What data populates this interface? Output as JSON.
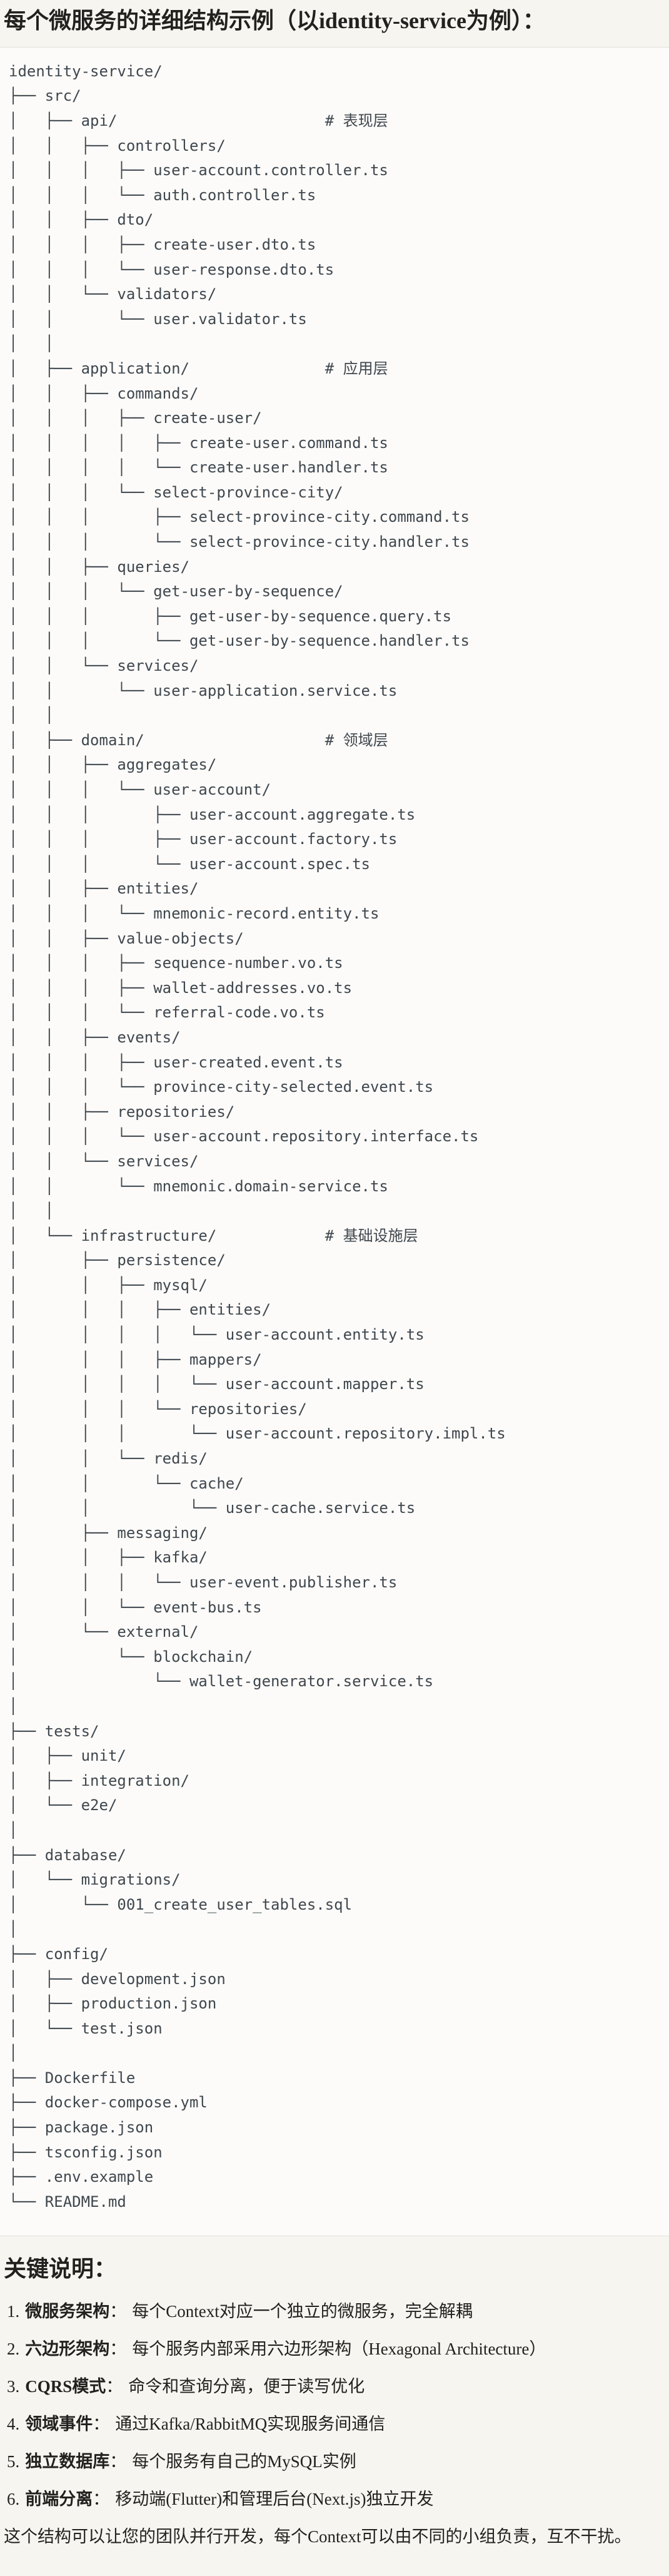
{
  "page": {
    "title": "每个微服务的详细结构示例（以identity-service为例）：",
    "colors": {
      "page_background": "#F7F5F0",
      "code_background": "#FCFBF9",
      "code_border": "#E3E0DA",
      "code_text": "#3F474E",
      "body_text": "#21211F"
    }
  },
  "code_block": {
    "language": "plaintext-directory-tree",
    "lines": [
      "identity-service/",
      "├── src/",
      "│   ├── api/                       # 表现层",
      "│   │   ├── controllers/",
      "│   │   │   ├── user-account.controller.ts",
      "│   │   │   └── auth.controller.ts",
      "│   │   ├── dto/",
      "│   │   │   ├── create-user.dto.ts",
      "│   │   │   └── user-response.dto.ts",
      "│   │   └── validators/",
      "│   │       └── user.validator.ts",
      "│   │",
      "│   ├── application/               # 应用层",
      "│   │   ├── commands/",
      "│   │   │   ├── create-user/",
      "│   │   │   │   ├── create-user.command.ts",
      "│   │   │   │   └── create-user.handler.ts",
      "│   │   │   └── select-province-city/",
      "│   │   │       ├── select-province-city.command.ts",
      "│   │   │       └── select-province-city.handler.ts",
      "│   │   ├── queries/",
      "│   │   │   └── get-user-by-sequence/",
      "│   │   │       ├── get-user-by-sequence.query.ts",
      "│   │   │       └── get-user-by-sequence.handler.ts",
      "│   │   └── services/",
      "│   │       └── user-application.service.ts",
      "│   │",
      "│   ├── domain/                    # 领域层",
      "│   │   ├── aggregates/",
      "│   │   │   └── user-account/",
      "│   │   │       ├── user-account.aggregate.ts",
      "│   │   │       ├── user-account.factory.ts",
      "│   │   │       └── user-account.spec.ts",
      "│   │   ├── entities/",
      "│   │   │   └── mnemonic-record.entity.ts",
      "│   │   ├── value-objects/",
      "│   │   │   ├── sequence-number.vo.ts",
      "│   │   │   ├── wallet-addresses.vo.ts",
      "│   │   │   └── referral-code.vo.ts",
      "│   │   ├── events/",
      "│   │   │   ├── user-created.event.ts",
      "│   │   │   └── province-city-selected.event.ts",
      "│   │   ├── repositories/",
      "│   │   │   └── user-account.repository.interface.ts",
      "│   │   └── services/",
      "│   │       └── mnemonic.domain-service.ts",
      "│   │",
      "│   └── infrastructure/            # 基础设施层",
      "│       ├── persistence/",
      "│       │   ├── mysql/",
      "│       │   │   ├── entities/",
      "│       │   │   │   └── user-account.entity.ts",
      "│       │   │   ├── mappers/",
      "│       │   │   │   └── user-account.mapper.ts",
      "│       │   │   └── repositories/",
      "│       │   │       └── user-account.repository.impl.ts",
      "│       │   └── redis/",
      "│       │       └── cache/",
      "│       │           └── user-cache.service.ts",
      "│       ├── messaging/",
      "│       │   ├── kafka/",
      "│       │   │   └── user-event.publisher.ts",
      "│       │   └── event-bus.ts",
      "│       └── external/",
      "│           └── blockchain/",
      "│               └── wallet-generator.service.ts",
      "│",
      "├── tests/",
      "│   ├── unit/",
      "│   ├── integration/",
      "│   └── e2e/",
      "│",
      "├── database/",
      "│   └── migrations/",
      "│       └── 001_create_user_tables.sql",
      "│",
      "├── config/",
      "│   ├── development.json",
      "│   ├── production.json",
      "│   └── test.json",
      "│",
      "├── Dockerfile",
      "├── docker-compose.yml",
      "├── package.json",
      "├── tsconfig.json",
      "├── .env.example",
      "└── README.md"
    ]
  },
  "notes": {
    "heading": "关键说明：",
    "items": [
      {
        "number": "1.",
        "term": "微服务架构",
        "separator": "：",
        "description": "每个Context对应一个独立的微服务，完全解耦"
      },
      {
        "number": "2.",
        "term": "六边形架构",
        "separator": "：",
        "description": "每个服务内部采用六边形架构（Hexagonal Architecture）"
      },
      {
        "number": "3.",
        "term": "CQRS模式",
        "separator": "：",
        "description": "命令和查询分离，便于读写优化"
      },
      {
        "number": "4.",
        "term": "领域事件",
        "separator": "：",
        "description": "通过Kafka/RabbitMQ实现服务间通信"
      },
      {
        "number": "5.",
        "term": "独立数据库",
        "separator": "：",
        "description": "每个服务有自己的MySQL实例"
      },
      {
        "number": "6.",
        "term": "前端分离",
        "separator": "：",
        "description": "移动端(Flutter)和管理后台(Next.js)独立开发"
      }
    ],
    "closing": "这个结构可以让您的团队并行开发，每个Context可以由不同的小组负责，互不干扰。"
  }
}
